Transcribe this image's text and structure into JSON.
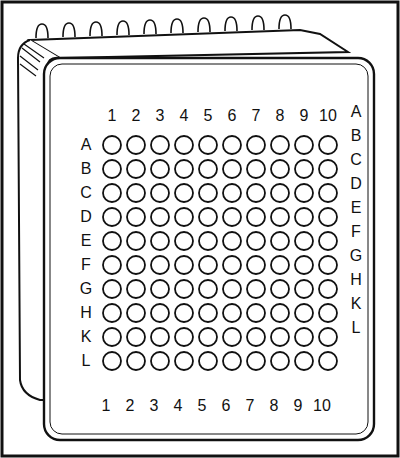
{
  "diagram": {
    "labels": [
      "1",
      "2",
      "3",
      "4",
      "5",
      "6",
      "7",
      "8",
      "9",
      "10",
      "A",
      "B",
      "C",
      "D",
      "E",
      "F",
      "G",
      "H",
      "K",
      "L",
      "A",
      "B",
      "C",
      "D",
      "E",
      "F",
      "G",
      "H",
      "K",
      "L",
      "1",
      "2",
      "3",
      "4",
      "5",
      "6",
      "7",
      "8",
      "9",
      "10"
    ]
  }
}
